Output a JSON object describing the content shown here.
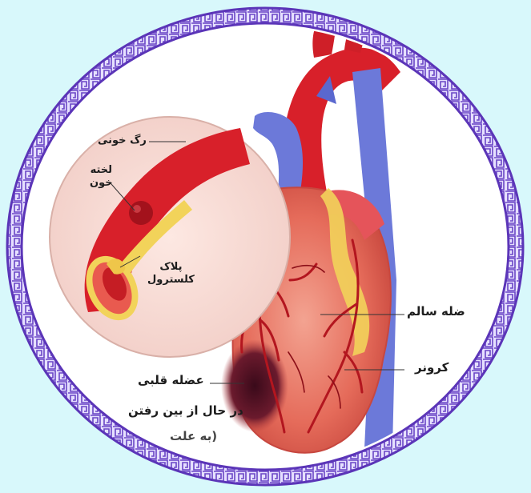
{
  "labels": {
    "blood_vessel": "رگ خونی",
    "blood_clot": "لخته\nخون",
    "cholesterol_plaque": "پلاک\nکلسترول",
    "healthy_muscle": "ضله سالم",
    "coronary": "کرونر",
    "dying_muscle_title": "عضله قلبی",
    "dying_muscle_line2": "در حال از بین رفتن",
    "dying_muscle_line3": "(به علت"
  },
  "colors": {
    "background": "#d8f8fb",
    "frame_ring": "#6f4fc8",
    "frame_fill": "#e3ddff",
    "heart_muscle": "#e77a67",
    "artery_red": "#d8202a",
    "vein_blue": "#6c79d9",
    "fat_yellow": "#f2d35a",
    "infarct": "#5a1426"
  }
}
